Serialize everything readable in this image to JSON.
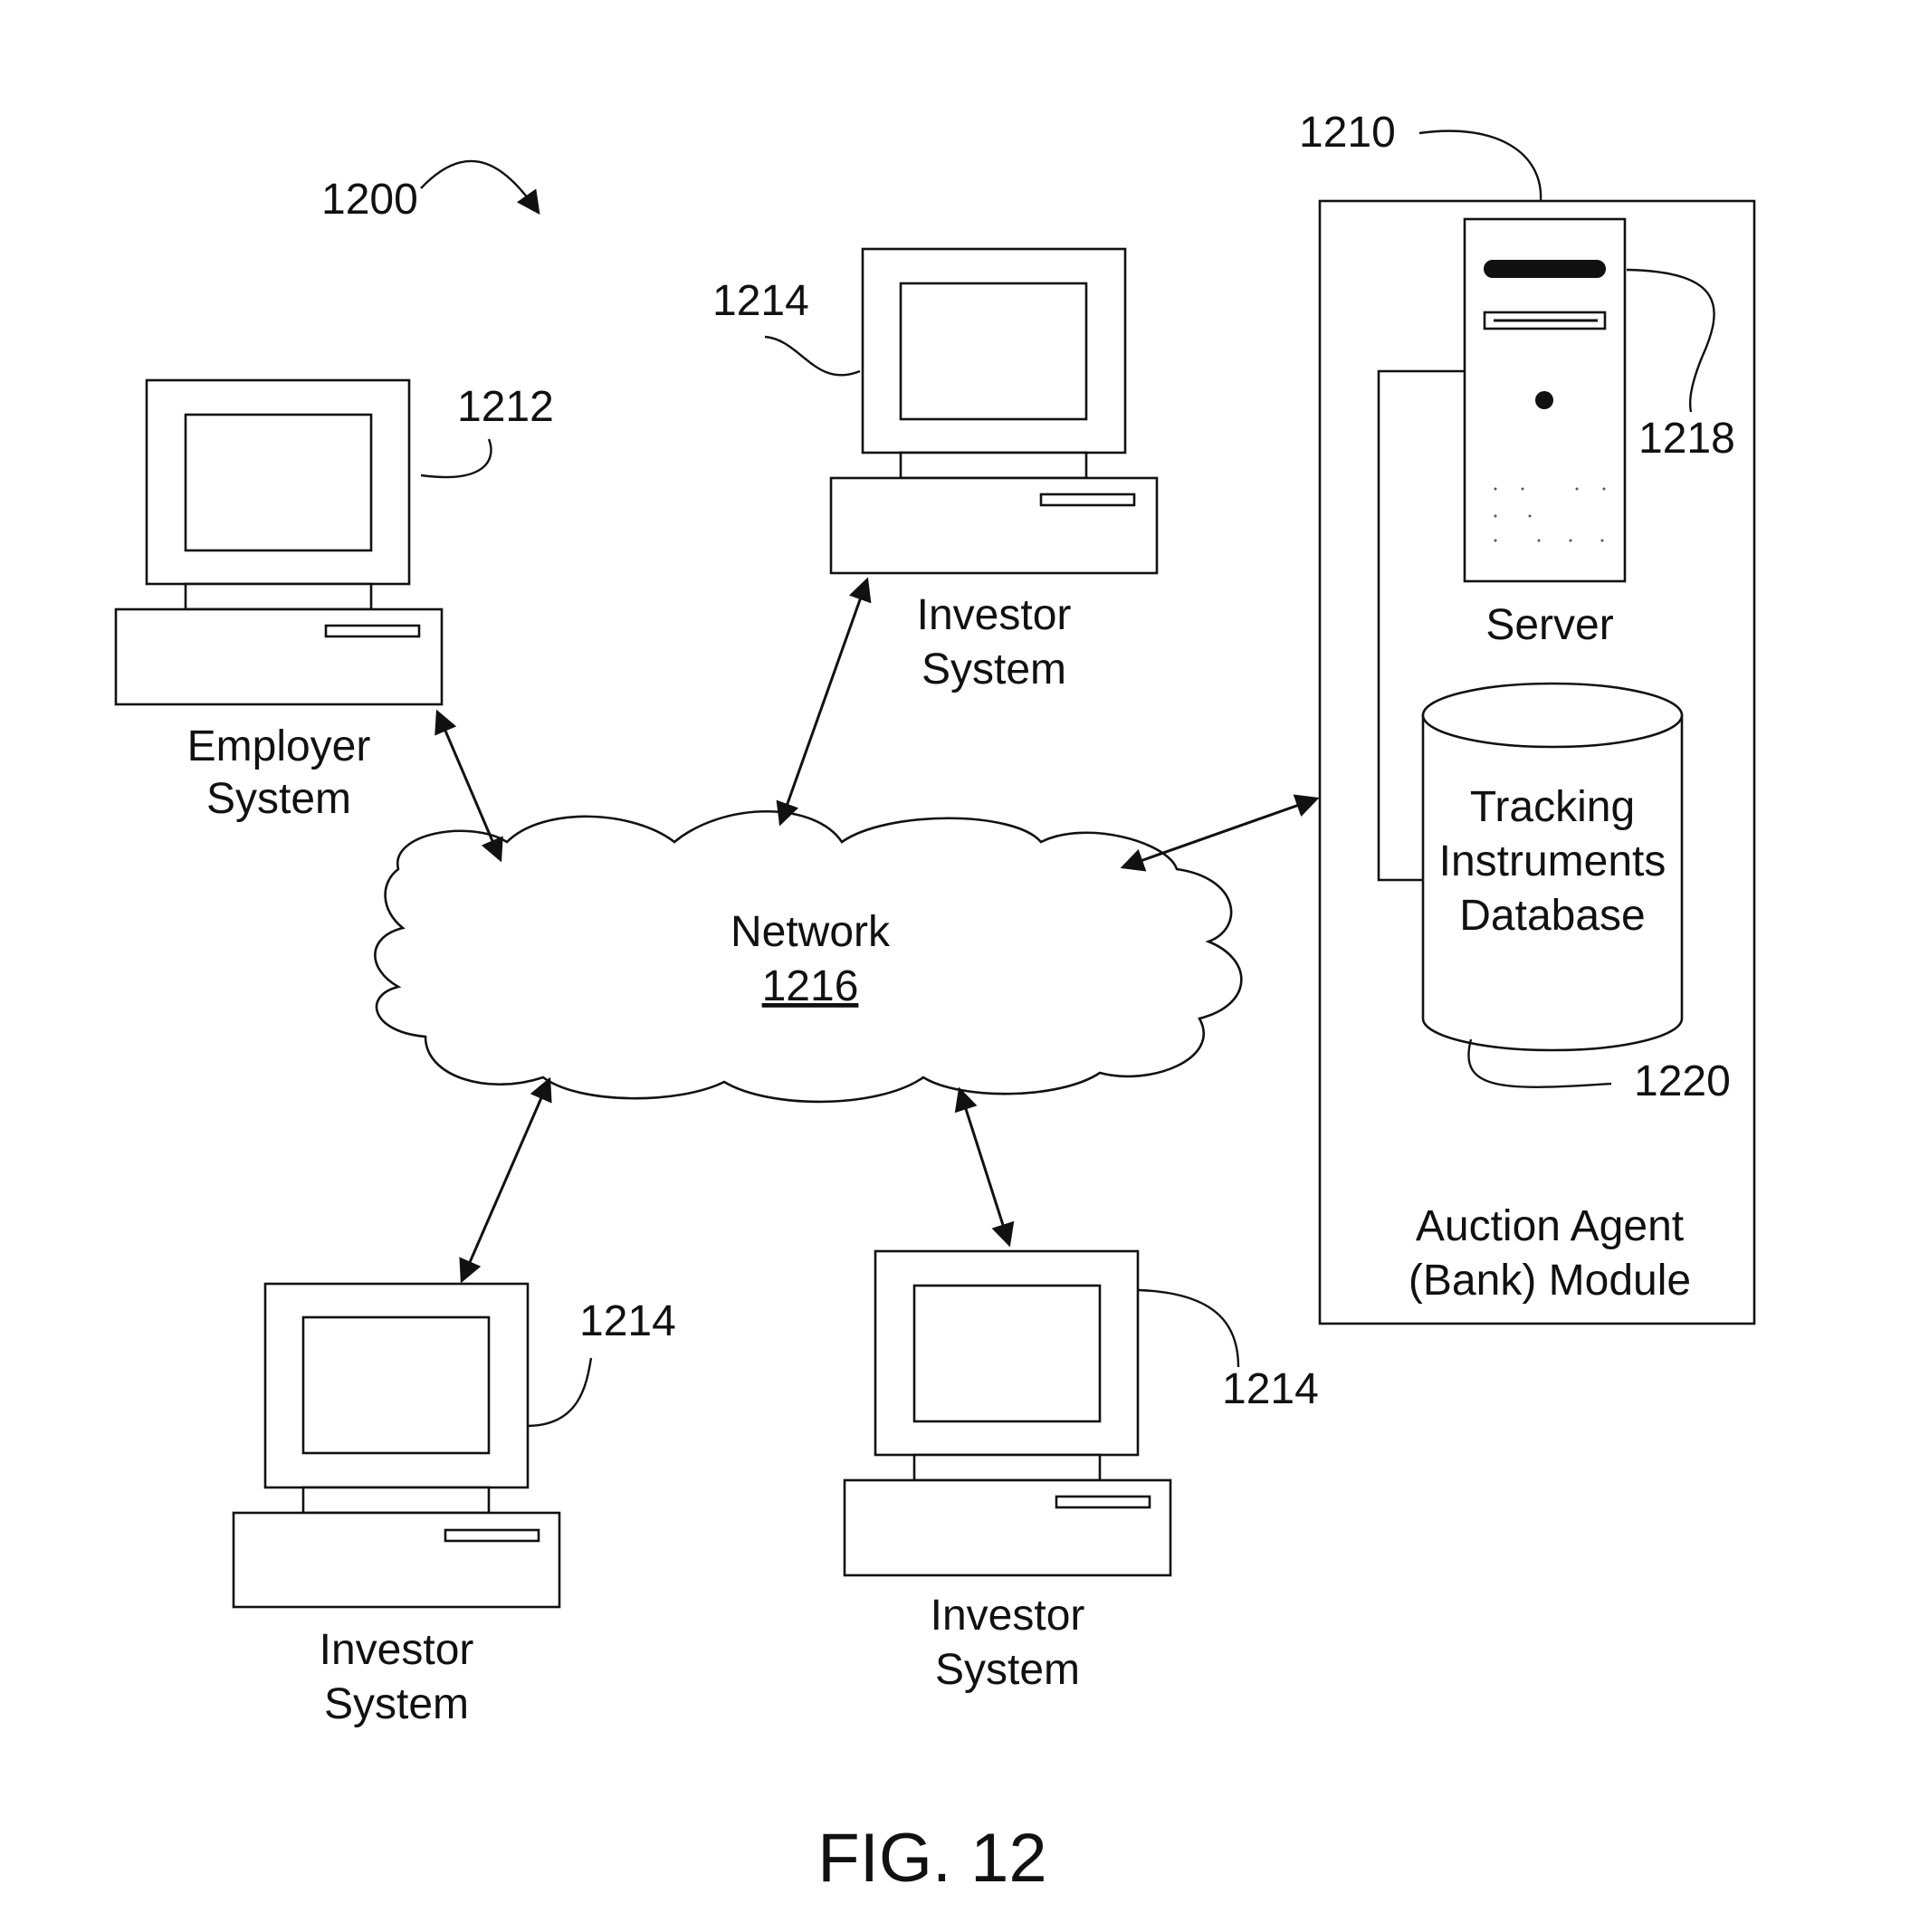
{
  "figure": {
    "caption": "FIG. 12",
    "system_ref": "1200"
  },
  "employer_system": {
    "ref": "1212",
    "label_line1": "Employer",
    "label_line2": "System"
  },
  "investor_top": {
    "ref": "1214",
    "label_line1": "Investor",
    "label_line2": "System"
  },
  "investor_bottom_left": {
    "ref": "1214",
    "label_line1": "Investor",
    "label_line2": "System"
  },
  "investor_bottom_right": {
    "ref": "1214",
    "label_line1": "Investor",
    "label_line2": "System"
  },
  "network": {
    "label": "Network",
    "ref": "1216"
  },
  "auction_module": {
    "ref": "1210",
    "label_line1": "Auction Agent",
    "label_line2": "(Bank) Module"
  },
  "server": {
    "ref": "1218",
    "label": "Server"
  },
  "database": {
    "ref": "1220",
    "label_line1": "Tracking",
    "label_line2": "Instruments",
    "label_line3": "Database"
  }
}
